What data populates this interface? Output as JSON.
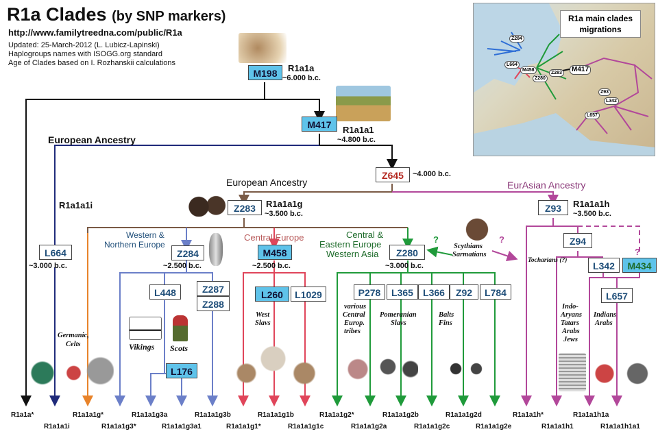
{
  "header": {
    "title": "R1a Clades",
    "title_suffix": "(by SNP markers)",
    "url": "http://www.familytreedna.com/public/R1a",
    "updated": "Updated: 25-March-2012 (L. Lubicz-Lapinski)",
    "names_note": "Haplogroups names with ISOGG.org standard",
    "age_note": "Age of Clades based on I. Rozhanskii calculations"
  },
  "map": {
    "legend_line1": "R1a main clades",
    "legend_line2": "migrations",
    "labels": [
      "Z284",
      "L664",
      "M458",
      "Z280",
      "Z283",
      "M417",
      "Z93",
      "L342",
      "L657"
    ]
  },
  "nodes": {
    "m198": {
      "label": "M198",
      "hap": "R1a1a",
      "age": "~6.000 b.c."
    },
    "m417": {
      "label": "M417",
      "hap": "R1a1a1",
      "age": "~4.800 b.c."
    },
    "z645": {
      "label": "Z645",
      "age": "~4.000 b.c."
    },
    "z283": {
      "label": "Z283",
      "hap": "R1a1a1g",
      "age": "~3.500 b.c."
    },
    "z93": {
      "label": "Z93",
      "hap": "R1a1a1h",
      "age": "~3.500 b.c."
    },
    "l664": {
      "label": "L664",
      "age": "~3.000 b.c.",
      "hap": "R1a1a1i"
    },
    "z284": {
      "label": "Z284",
      "age": "~2.500 b.c."
    },
    "m458": {
      "label": "M458",
      "age": "~2.500 b.c."
    },
    "z280": {
      "label": "Z280",
      "age": "~3.000 b.c."
    },
    "l448": {
      "label": "L448"
    },
    "z287": {
      "label": "Z287"
    },
    "z288": {
      "label": "Z288"
    },
    "l176": {
      "label": "L176"
    },
    "l260": {
      "label": "L260"
    },
    "l1029": {
      "label": "L1029"
    },
    "p278": {
      "label": "P278"
    },
    "l365": {
      "label": "L365"
    },
    "l366": {
      "label": "L366"
    },
    "z92": {
      "label": "Z92"
    },
    "l784": {
      "label": "L784"
    },
    "z94": {
      "label": "Z94"
    },
    "l342": {
      "label": "L342"
    },
    "m434": {
      "label": "M434"
    },
    "l657": {
      "label": "L657"
    }
  },
  "ancestry": {
    "european_top": "European Ancestry",
    "european_mid": "European Ancestry",
    "eurasian": "EurAsian Ancestry"
  },
  "regions": {
    "western_l1": "Western &",
    "western_l2": "Northern Europe",
    "central": "Central  Europe",
    "ceew_l1": "Central &",
    "ceew_l2": "Eastern Europe",
    "ceew_l3": "Western Asia"
  },
  "peoples": {
    "germanic": "Germanic,",
    "celts": "Celts",
    "vikings": "Vikings",
    "scots": "Scots",
    "west_slavs_l1": "West",
    "west_slavs_l2": "Slavs",
    "various_l1": "various",
    "various_l2": "Central",
    "various_l3": "Europ.",
    "various_l4": "tribes",
    "pomeranian_l1": "Pomeranian",
    "pomeranian_l2": "Slavs",
    "balts_l1": "Balts",
    "balts_l2": "Fins",
    "scythians_l1": "Scythians",
    "scythians_l2": "Sarmatians",
    "tocharians": "Tocharians (?)",
    "indo_l1": "Indo-",
    "indo_l2": "Aryans",
    "indo_l3": "Tatars",
    "indo_l4": "Arabs",
    "indo_l5": "Jews",
    "indians_l1": "Indians",
    "indians_l2": "Arabs",
    "q": "?"
  },
  "leaves": [
    "R1a1a*",
    "R1a1a1i",
    "R1a1a1g*",
    "R1a1a1g3*",
    "R1a1a1g3a",
    "R1a1a1g3a1",
    "R1a1a1g3b",
    "R1a1a1g1*",
    "R1a1a1g1b",
    "R1a1a1g1c",
    "R1a1a1g2*",
    "R1a1a1g2a",
    "R1a1a1g2b",
    "R1a1a1g2c",
    "R1a1a1g2d",
    "R1a1a1g2e",
    "R1a1a1h*",
    "R1a1a1h1",
    "R1a1a1h1a",
    "R1a1a1h1a1"
  ],
  "colors": {
    "black": "#111111",
    "navy": "#1f2a7a",
    "orange": "#e8832a",
    "brown": "#7a5a45",
    "blue": "#6b7fc8",
    "red": "#e0455a",
    "green": "#1f9a3a",
    "magenta": "#b2479a",
    "node_fill": "#5fc3ea"
  }
}
